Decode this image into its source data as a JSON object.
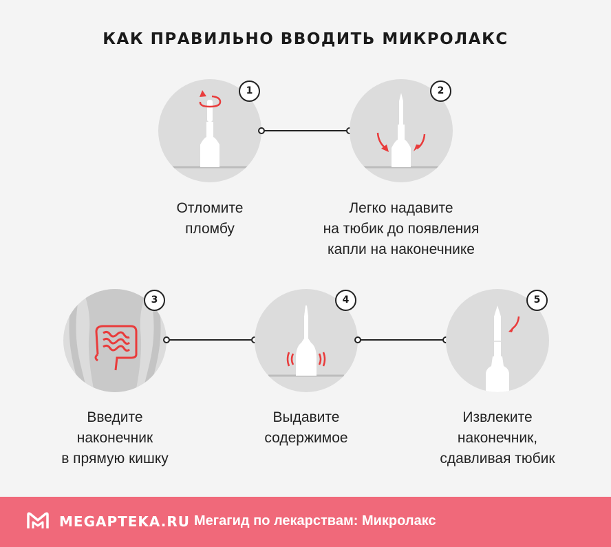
{
  "title": "КАК ПРАВИЛЬНО ВВОДИТЬ МИКРОЛАКС",
  "colors": {
    "accent": "#e93b3b",
    "footer": "#f0697a",
    "circle": "#dcdcdc",
    "background": "#f4f4f4"
  },
  "steps": [
    {
      "number": "1",
      "caption": [
        "Отломите",
        "пломбу"
      ]
    },
    {
      "number": "2",
      "caption": [
        "Легко надавите",
        "на тюбик до появления",
        "капли на наконечнике"
      ]
    },
    {
      "number": "3",
      "caption": [
        "Введите",
        "наконечник",
        "в прямую кишку"
      ]
    },
    {
      "number": "4",
      "caption": [
        "Выдавите",
        "содержимое"
      ]
    },
    {
      "number": "5",
      "caption": [
        "Извлеките",
        "наконечник,",
        "сдавливая тюбик"
      ]
    }
  ],
  "footer": {
    "logo_icon": "megapteka-logo-icon",
    "brand": "MEGAPTEKA.RU",
    "tagline": "Мегагид по лекарствам: Микролакс"
  }
}
